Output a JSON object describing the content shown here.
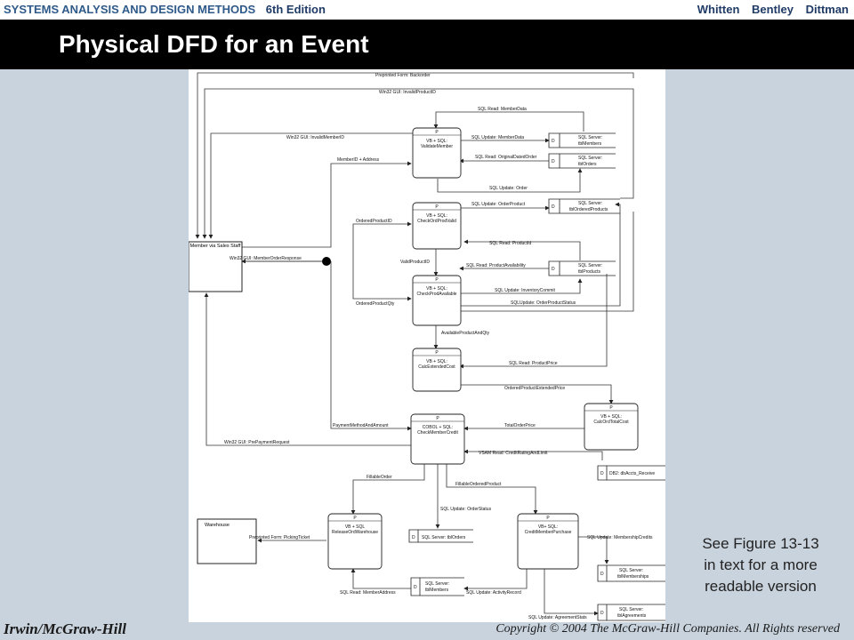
{
  "header": {
    "book_title": "SYSTEMS ANALYSIS AND DESIGN METHODS",
    "edition": "6th Edition",
    "authors": [
      "Whitten",
      "Bentley",
      "Dittman"
    ]
  },
  "slide_title": "Physical DFD for an Event",
  "diagram": {
    "external_member": "Member via Sales Staff",
    "external_warehouse": "Warehouse",
    "processes": {
      "validate": {
        "tag": "P",
        "tech": "VB + SQL:",
        "name": "ValidateMember"
      },
      "checkord": {
        "tag": "P",
        "tech": "VB + SQL:",
        "name": "CheckOrdProdValid"
      },
      "checkprod": {
        "tag": "P",
        "tech": "VB + SQL:",
        "name": "CheckProdAvailable"
      },
      "calcext": {
        "tag": "P",
        "tech": "VB + SQL:",
        "name": "CalcExtendedCost"
      },
      "calctotal": {
        "tag": "P",
        "tech": "VB + SQL:",
        "name": "CalcOrdTotalCost"
      },
      "checkcredit": {
        "tag": "P",
        "tech": "COBOL + SQL:",
        "name": "CheckMemberCredit"
      },
      "release": {
        "tag": "P",
        "tech": "VB + SQL",
        "name": "ReleaseOrdWarehouse"
      },
      "credit": {
        "tag": "P",
        "tech": "VB+ SQL:",
        "name": "CreditMemberPurchase"
      }
    },
    "stores": {
      "members_top": {
        "tag": "D",
        "line1": "SQL Server:",
        "line2": "tblMembers"
      },
      "orders_top": {
        "tag": "D",
        "line1": "SQL Server:",
        "line2": "tblOrders"
      },
      "orderedprod": {
        "tag": "D",
        "line1": "SQL Server:",
        "line2": "tblOrderedProducts"
      },
      "products": {
        "tag": "D",
        "line1": "SQL Server:",
        "line2": "tblProducts"
      },
      "acctsrec": {
        "tag": "D",
        "line1": "DB2: dbAccts_Receive"
      },
      "orders_bottom": {
        "tag": "D",
        "line1": "SQL Server: tblOrders"
      },
      "members_bottom": {
        "tag": "D",
        "line1": "SQL Server:",
        "line2": "tblMembers"
      },
      "memberships": {
        "tag": "D",
        "line1": "SQL Server:",
        "line2": "tblMemberships"
      },
      "agreements": {
        "tag": "D",
        "line1": "SQL Server:",
        "line2": "tblAgreements"
      }
    },
    "flows": {
      "backorder": "Preprinted Form: Backorder",
      "invalidproduct": "Win32 GUI: InvalidProductID",
      "memberdata_read": "SQL Read: MemberData",
      "invalidmember": "Win32 GUI: InvalidMemberID",
      "memberdata_update": "SQL Update: MemberData",
      "origdated": "SQL Read: OriginalDatedOrder",
      "memberaddr": "MemberID + Address",
      "update_order": "SQL Update: Order",
      "update_orderproduct": "SQL Update: OrderProduct",
      "orderedproductid": "OrderedProductID",
      "read_productid": "SQL Read: ProductId",
      "memberorderresponse": "Win32 GUI: MemberOrderResponse",
      "validproductid": "ValidProductID",
      "read_availability": "SQL Read: ProductAvailability",
      "inventorycommit": "SQL Update: InventoryCommit",
      "orderproductstatus": "SQLUpdate: OrderProductStatus",
      "orderedproductqty": "OrderedProductQty",
      "availableproductandqty": "AvailableProductAndQty",
      "read_productprice": "SQL Read: ProductPrice",
      "orderedprodextprice": "OrderedProductExtendedPrice",
      "paymentmethod": "PaymentMethodAndAmount",
      "totalorderprice": "TotalOrderPrice",
      "prepayment": "Win32 GUI: PrePaymentRequest",
      "vsam_read": "VSAM Read: CreditRatingAndLimit",
      "fillableorder": "FillableOrder",
      "fillableorderedproduct": "FillableOrderedProduct",
      "update_orderstatus": "SQL Update: OrderStatus",
      "pickingticket": "Preprinted Form: PickingTicket",
      "membershipcredits": "SQL Update: MembershipCredits",
      "read_memberaddress": "SQL Read: MemberAddress",
      "activityrecord": "SQL Update: ActivityRecord",
      "agreementstats": "SQL Update: AgreementStats"
    }
  },
  "note": [
    "See Figure 13-13",
    "in text for a more",
    "readable version"
  ],
  "footer": {
    "publisher": "Irwin/McGraw-Hill",
    "copyright": "Copyright © 2004 The McGraw-Hill Companies. All Rights reserved"
  }
}
